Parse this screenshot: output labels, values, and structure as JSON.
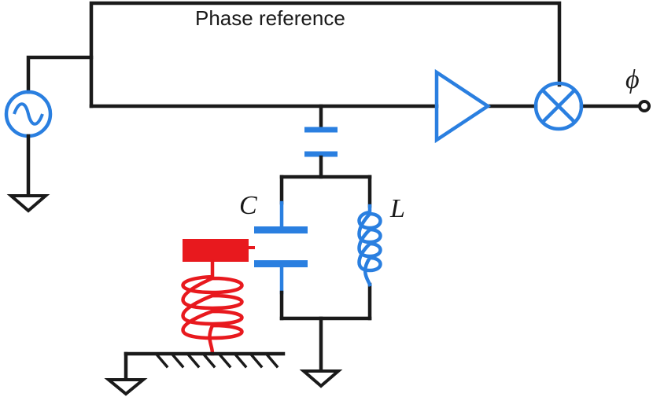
{
  "labels": {
    "phase_reference": "Phase reference",
    "capacitor": "C",
    "inductor": "L",
    "output": "ϕ"
  },
  "colors": {
    "wire": "#1a1a1a",
    "component": "#2a7fe0",
    "mechanical": "#e8191e"
  },
  "icons": {
    "source": "ac-source-icon",
    "amplifier": "amplifier-icon",
    "mixer": "mixer-icon",
    "ground": "ground-icon"
  }
}
